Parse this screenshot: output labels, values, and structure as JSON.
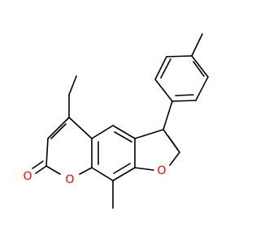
{
  "molecule": {
    "atoms": [
      {
        "id": "O1",
        "label": "O",
        "color": "#ff0000"
      },
      {
        "id": "O2",
        "label": "O",
        "color": "#ff0000"
      },
      {
        "id": "O3",
        "label": "O",
        "color": "#ff0000"
      }
    ],
    "bond_color": "#000000"
  }
}
